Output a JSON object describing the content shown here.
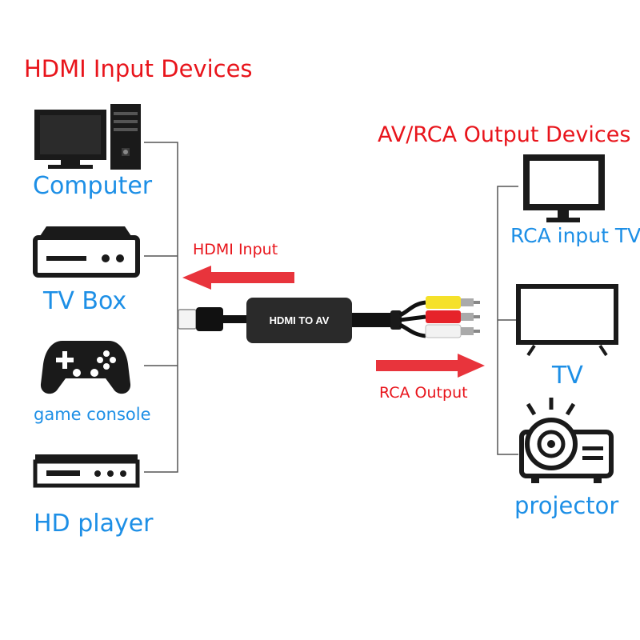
{
  "titles": {
    "input_heading": "HDMI Input Devices",
    "output_heading": "AV/RCA Output Devices"
  },
  "input_devices": {
    "computer": "Computer",
    "tv_box": "TV Box",
    "game_console": "game console",
    "hd_player": "HD player"
  },
  "output_devices": {
    "rca_tv": "RCA input TV",
    "tv": "TV",
    "projector": "projector"
  },
  "connector": {
    "label": "HDMI TO AV",
    "hdmi_input": "HDMI Input",
    "rca_output": "RCA Output"
  },
  "colors": {
    "heading_red": "#e8141b",
    "label_blue": "#1d8fe6",
    "arrow_red": "#e8343c",
    "rca_yellow": "#f5e12a",
    "rca_red": "#e6232a",
    "rca_white": "#f2f2f2"
  },
  "icons": {
    "computer": "desktop-computer-icon",
    "tv_box": "set-top-box-icon",
    "game_console": "gamepad-icon",
    "hd_player": "media-player-icon",
    "rca_tv": "monitor-icon",
    "tv": "flat-tv-icon",
    "projector": "projector-icon"
  }
}
